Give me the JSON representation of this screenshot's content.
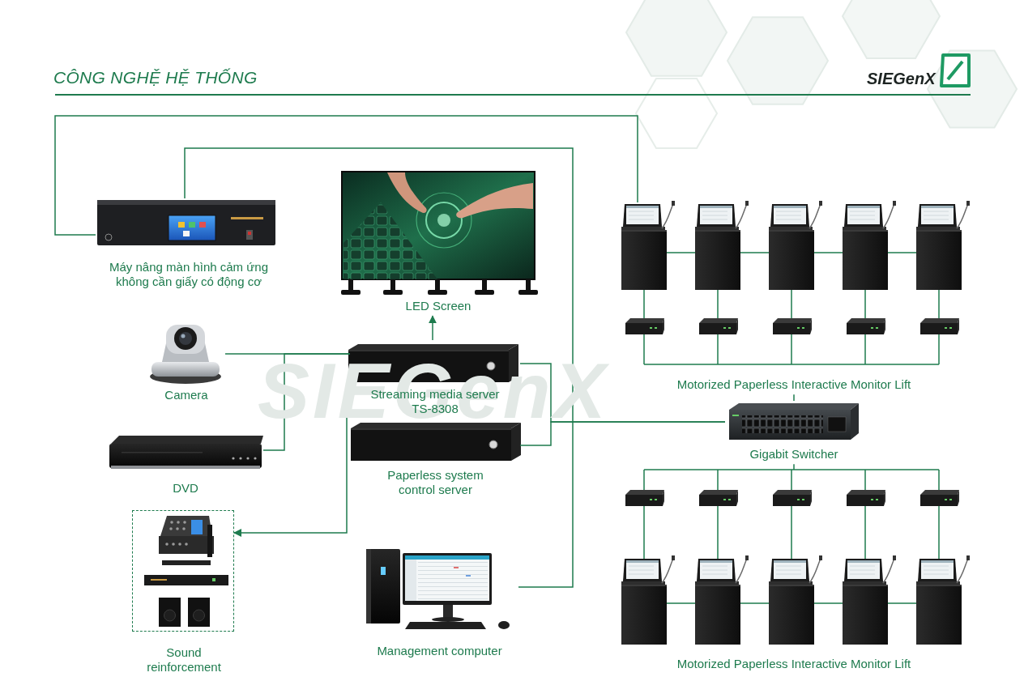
{
  "diagram": {
    "title": "CÔNG NGHỆ HỆ THỐNG",
    "nodes": [
      {
        "text": [
          "Máy nâng màn hình cảm ứng không cần giấy có động cơ"
        ]
      },
      {
        "text": [
          "LED Screen"
        ]
      },
      {
        "text": [
          "Camera"
        ]
      },
      {
        "text": [
          "Streaming media server TS-8308"
        ]
      },
      {
        "text": [
          "DVD"
        ]
      },
      {
        "text": [
          "Paperless system control server"
        ]
      },
      {
        "text": [
          "Sound reinforcement"
        ]
      },
      {
        "text": [
          "Management computer"
        ]
      },
      {
        "text": [
          "Motorized Paperless Interactive Monitor Lift"
        ]
      },
      {
        "text": [
          "Gigabit Switcher"
        ]
      },
      {
        "text": [
          "Motorized Paperless Interactive Monitor Lift"
        ]
      }
    ],
    "edges": [
      {
        "from": 0,
        "to": 8,
        "arrow": "none"
      },
      {
        "from": 0,
        "to": 7,
        "arrow": "none"
      },
      {
        "from": 3,
        "to": 1,
        "arrow": "to"
      },
      {
        "from": 2,
        "to": 3,
        "arrow": "none"
      },
      {
        "from": 4,
        "to": 3,
        "arrow": "none"
      },
      {
        "from": 3,
        "to": 6,
        "arrow": "to"
      },
      {
        "from": 3,
        "to": 9,
        "arrow": "none"
      },
      {
        "from": 5,
        "to": 9,
        "arrow": "none"
      },
      {
        "from": 9,
        "to": 8,
        "arrow": "none"
      },
      {
        "from": 9,
        "to": 10,
        "arrow": "none"
      }
    ],
    "labels": [
      "SIEGenX",
      "SIEGenX"
    ]
  }
}
